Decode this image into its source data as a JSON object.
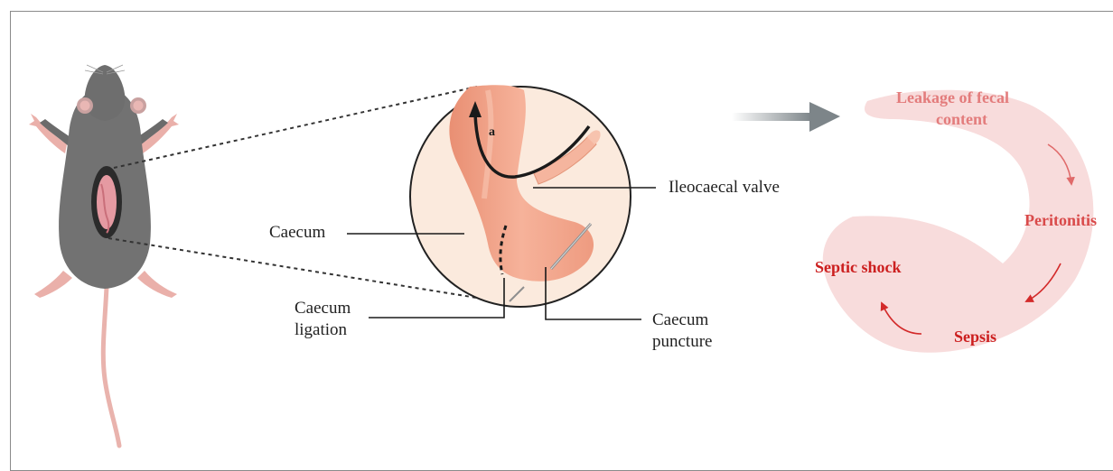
{
  "diagram": {
    "labels": {
      "caecum": "Caecum",
      "ileocaecal_valve": "Ileocaecal valve",
      "ligation_line1": "Caecum",
      "ligation_line2": "ligation",
      "puncture_line1": "Caecum",
      "puncture_line2": "puncture",
      "arrow_marker": "a"
    },
    "cycle": {
      "step1_line1": "Leakage of fecal",
      "step1_line2": "content",
      "step2": "Peritonitis",
      "step3": "Sepsis",
      "step4": "Septic shock"
    },
    "colors": {
      "cycle_band": "#f8dcdc",
      "cycle_text_light": "#e37c7c",
      "cycle_text_dark": "#cc1f1f",
      "cycle_arrow": "#d32a2a",
      "mouse_body": "#707070",
      "caecum_tissue": "#f2a488",
      "magnifier_bg": "#fbeadd",
      "flow_arrow": "#7d8589"
    }
  }
}
